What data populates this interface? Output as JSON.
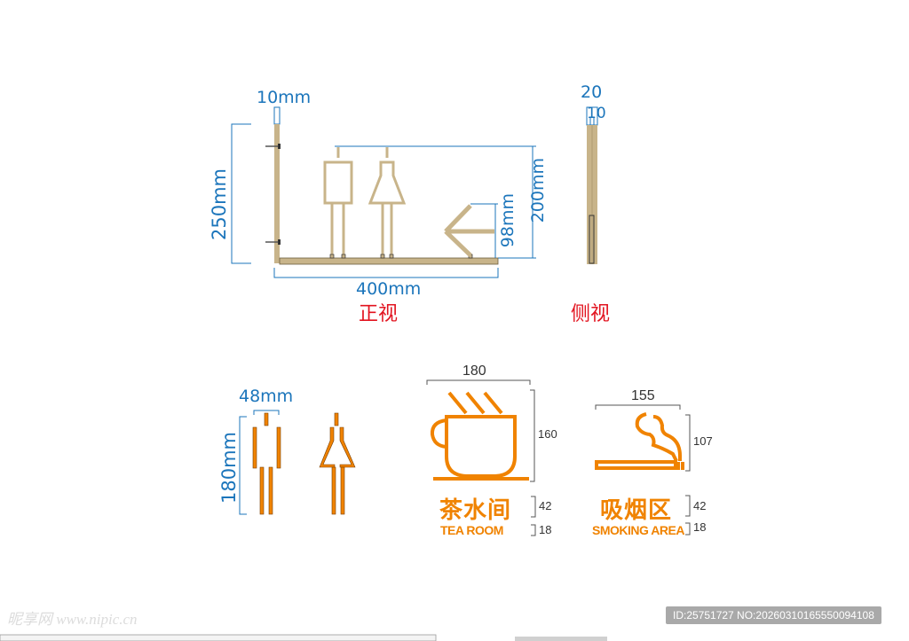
{
  "front_view": {
    "label": "正视",
    "dims": {
      "thickness": "10mm",
      "height": "250mm",
      "width": "400mm",
      "figure_height": "200mm",
      "arrow_height": "98mm"
    }
  },
  "side_view": {
    "label": "侧视",
    "dims": {
      "outer": "20",
      "inner": "10"
    }
  },
  "person_icons": {
    "dims": {
      "width": "48mm",
      "height": "180mm"
    }
  },
  "tea_room": {
    "dims": {
      "width": "180",
      "height": "160",
      "cn_height": "42",
      "en_height": "18"
    },
    "cn_label": "茶水间",
    "en_label": "TEA ROOM"
  },
  "smoking_area": {
    "dims": {
      "width": "155",
      "height": "107",
      "cn_height": "42",
      "en_height": "18"
    },
    "cn_label": "吸烟区",
    "en_label": "SMOKING AREA"
  },
  "colors": {
    "dimension": "#1b75bb",
    "view_label": "#e2131f",
    "sign_orange": "#f08300",
    "material_tan": "#c8b48a"
  },
  "footer": {
    "watermark": "昵享网 www.nipic.cn",
    "id_text": "ID:25751727 NO:20260310165550094108"
  }
}
